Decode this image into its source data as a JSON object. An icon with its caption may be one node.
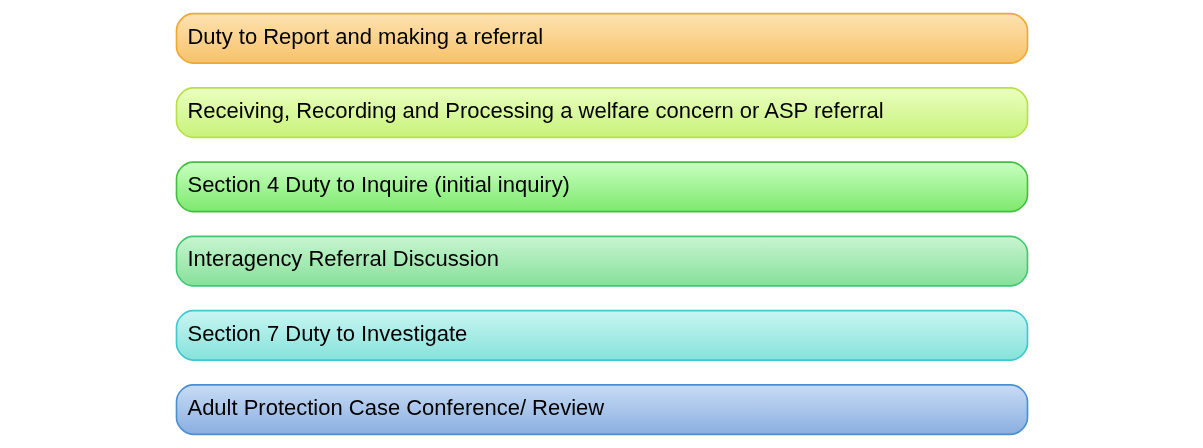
{
  "diagram": {
    "nodes": [
      {
        "text": [
          "Duty to Report and making a referral"
        ]
      },
      {
        "text": [
          "Receiving, Recording and Processing a welfare concern or ASP referral"
        ]
      },
      {
        "text": [
          "Section 4 Duty to Inquire (initial inquiry)"
        ]
      },
      {
        "text": [
          "Interagency Referral Discussion"
        ]
      },
      {
        "text": [
          "Section 7 Duty to Investigate"
        ]
      },
      {
        "text": [
          "Adult Protection Case Conference/ Review"
        ]
      }
    ]
  }
}
